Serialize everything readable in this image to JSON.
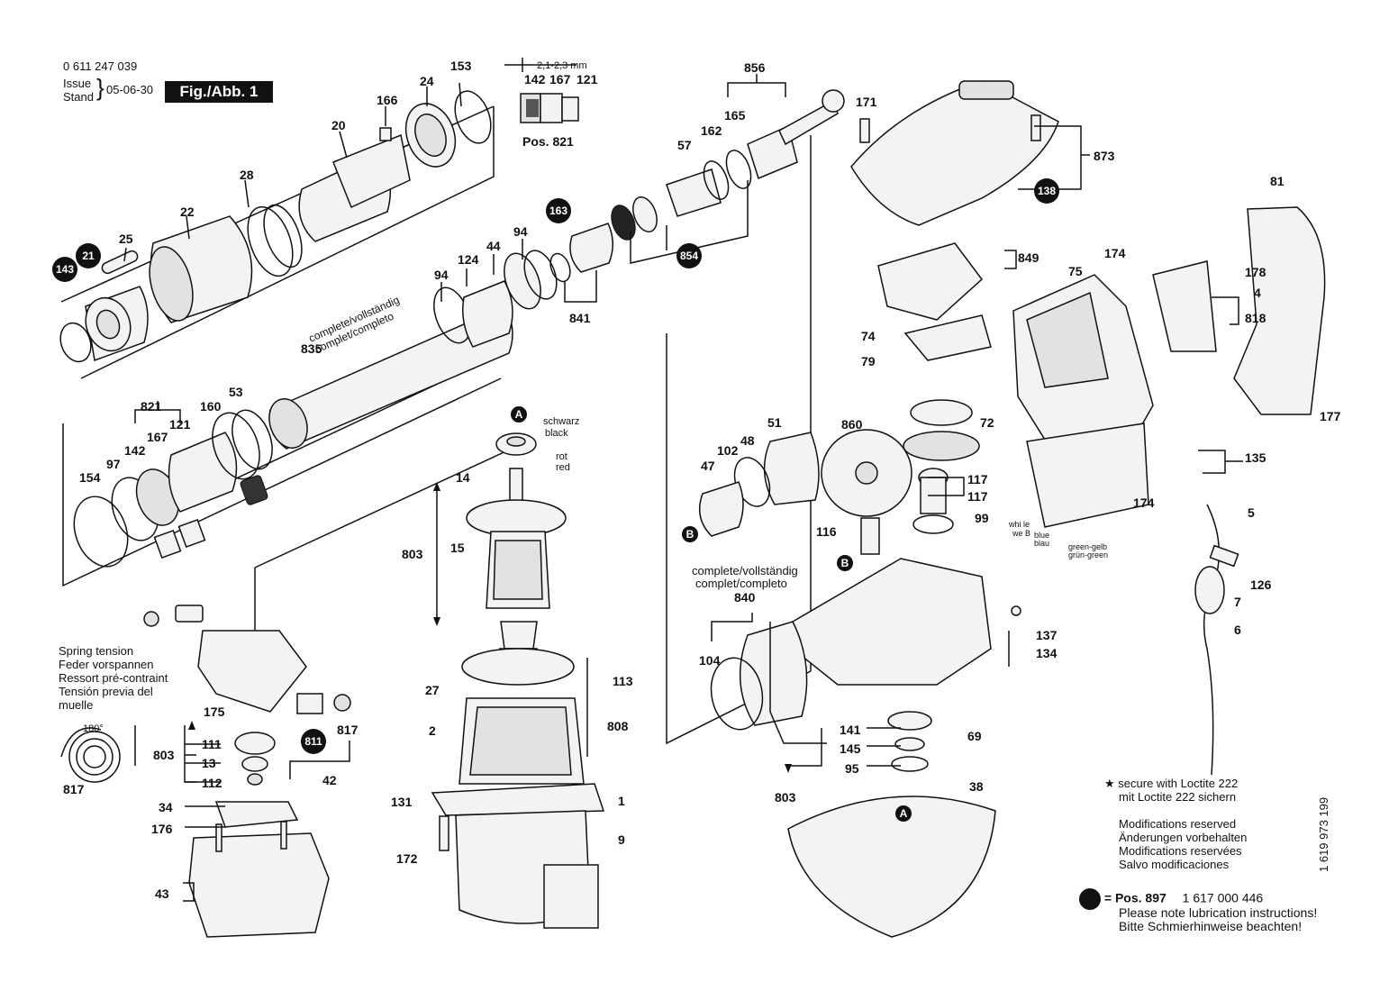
{
  "header": {
    "part_number": "0 611 247 039",
    "issue_label": "Issue",
    "stand_label": "Stand",
    "issue_date": "05-06-30",
    "figure_label": "Fig./Abb. 1"
  },
  "inset": {
    "dimension": "2,1-2,3 mm",
    "cols": [
      "142",
      "167",
      "121"
    ],
    "caption": "Pos. 821"
  },
  "complete_labels": {
    "line1": "complete/vollständig",
    "line2": "complet/completo"
  },
  "spring": {
    "lines": [
      "Spring tension",
      "Feder vorspannen",
      "Ressort pré-contraint",
      "Tensión previa del",
      "muelle"
    ],
    "angle": "180°"
  },
  "wires": {
    "schwarz": "schwarz",
    "black": "black",
    "rot": "rot",
    "red": "red",
    "white1": "whi le",
    "white2": "we B",
    "blue": "blue",
    "blau": "blau",
    "greengelb": "green-gelb",
    "gruengreen": "grün-green"
  },
  "notes": {
    "loctite1": "secure with Loctite 222",
    "loctite2": "mit Loctite 222 sichern",
    "mod1": "Modifications reserved",
    "mod2": "Änderungen vorbehalten",
    "mod3": "Modifications reservées",
    "mod4": "Salvo modificaciones",
    "pos": "= Pos.",
    "pos_no": "897",
    "pos_code": "1 617 000 446",
    "lub1": "Please note lubrication instructions!",
    "lub2": "Bitte Schmierhinweise beachten!",
    "doc_no": "1 619 973 199"
  },
  "callouts": [
    {
      "t": "153"
    },
    {
      "t": "166"
    },
    {
      "t": "24"
    },
    {
      "t": "20"
    },
    {
      "t": "28"
    },
    {
      "t": "22"
    },
    {
      "t": "25"
    },
    {
      "t": "94"
    },
    {
      "t": "44"
    },
    {
      "t": "124"
    },
    {
      "t": "94"
    },
    {
      "t": "841"
    },
    {
      "t": "835"
    },
    {
      "t": "821"
    },
    {
      "t": "121"
    },
    {
      "t": "160"
    },
    {
      "t": "53"
    },
    {
      "t": "167"
    },
    {
      "t": "142"
    },
    {
      "t": "97"
    },
    {
      "t": "154"
    },
    {
      "t": "856"
    },
    {
      "t": "165"
    },
    {
      "t": "162"
    },
    {
      "t": "57"
    },
    {
      "t": "171"
    },
    {
      "t": "873"
    },
    {
      "t": "81"
    },
    {
      "t": "849"
    },
    {
      "t": "174"
    },
    {
      "t": "75"
    },
    {
      "t": "178"
    },
    {
      "t": "4"
    },
    {
      "t": "818"
    },
    {
      "t": "74"
    },
    {
      "t": "79"
    },
    {
      "t": "177"
    },
    {
      "t": "72"
    },
    {
      "t": "860"
    },
    {
      "t": "51"
    },
    {
      "t": "48"
    },
    {
      "t": "102"
    },
    {
      "t": "47"
    },
    {
      "t": "117"
    },
    {
      "t": "117"
    },
    {
      "t": "99"
    },
    {
      "t": "116"
    },
    {
      "t": "135"
    },
    {
      "t": "174"
    },
    {
      "t": "5"
    },
    {
      "t": "126"
    },
    {
      "t": "7"
    },
    {
      "t": "6"
    },
    {
      "t": "840"
    },
    {
      "t": "104"
    },
    {
      "t": "137"
    },
    {
      "t": "134"
    },
    {
      "t": "69"
    },
    {
      "t": "141"
    },
    {
      "t": "145"
    },
    {
      "t": "95"
    },
    {
      "t": "803"
    },
    {
      "t": "38"
    },
    {
      "t": "14"
    },
    {
      "t": "803"
    },
    {
      "t": "15"
    },
    {
      "t": "113"
    },
    {
      "t": "27"
    },
    {
      "t": "2"
    },
    {
      "t": "808"
    },
    {
      "t": "131"
    },
    {
      "t": "1"
    },
    {
      "t": "9"
    },
    {
      "t": "172"
    },
    {
      "t": "175"
    },
    {
      "t": "817"
    },
    {
      "t": "111"
    },
    {
      "t": "803"
    },
    {
      "t": "13"
    },
    {
      "t": "112"
    },
    {
      "t": "42"
    },
    {
      "t": "817"
    },
    {
      "t": "34"
    },
    {
      "t": "176"
    },
    {
      "t": "43"
    }
  ],
  "badges": [
    {
      "t": "143"
    },
    {
      "t": "21"
    },
    {
      "t": "163"
    },
    {
      "t": "854"
    },
    {
      "t": "138"
    },
    {
      "t": "811"
    }
  ],
  "markers": [
    {
      "t": "A"
    },
    {
      "t": "B"
    },
    {
      "t": "B"
    },
    {
      "t": "A"
    }
  ]
}
